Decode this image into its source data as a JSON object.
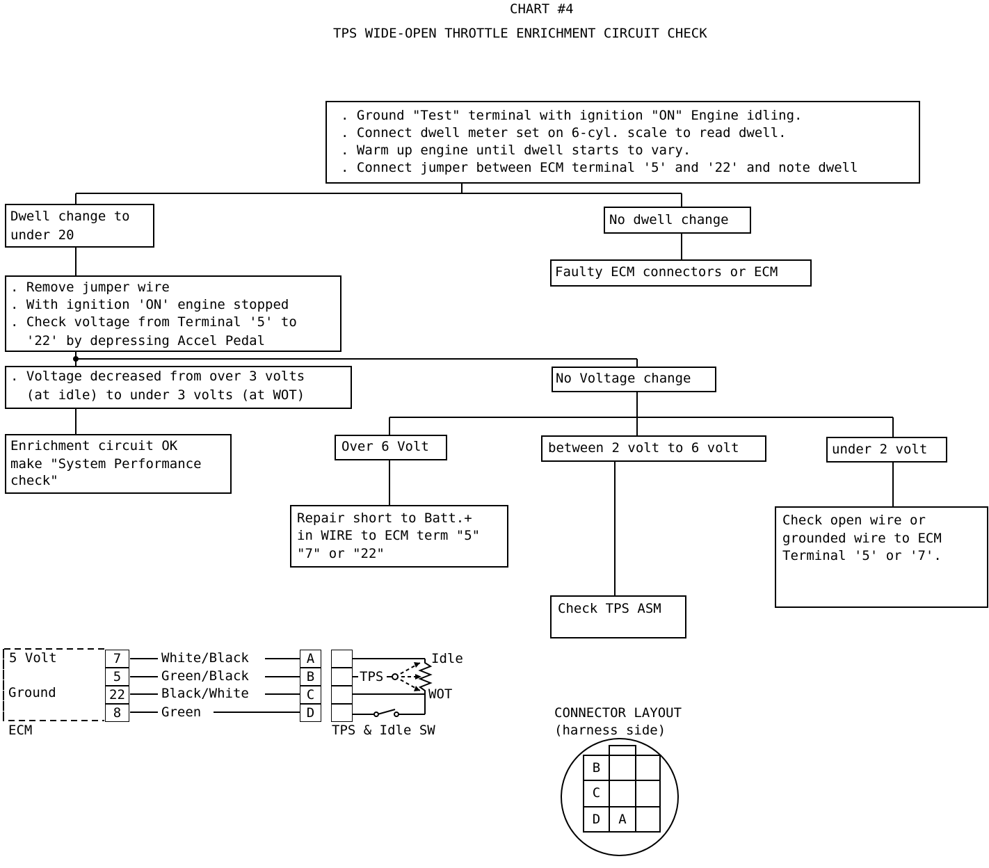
{
  "header": {
    "chart_number": "CHART #4",
    "title": "TPS WIDE-OPEN THROTTLE ENRICHMENT CIRCUIT CHECK"
  },
  "flow": {
    "start": [
      ". Ground \"Test\" terminal with ignition \"ON\" Engine idling.",
      ". Connect dwell meter set on 6-cyl. scale to read dwell.",
      ". Warm up engine until dwell starts to vary.",
      ". Connect jumper between ECM terminal '5' and '22' and note dwell"
    ],
    "dwell_change": [
      "Dwell change to",
      "under 20"
    ],
    "no_dwell_change": [
      "No dwell change"
    ],
    "faulty_ecm": [
      "Faulty ECM connectors or ECM"
    ],
    "remove_jumper": [
      ". Remove jumper wire",
      ". With ignition 'ON' engine stopped",
      ". Check voltage from Terminal '5' to",
      "  '22' by depressing Accel Pedal"
    ],
    "voltage_decreased": [
      ". Voltage decreased from over 3 volts",
      "  (at idle) to under 3 volts (at WOT)"
    ],
    "no_voltage_change": [
      "No Voltage change"
    ],
    "enrichment_ok": [
      "Enrichment circuit OK",
      "make \"System Performance",
      "check\""
    ],
    "over_6_volt": [
      "Over 6 Volt"
    ],
    "between_2_6": [
      "between 2 volt to 6 volt"
    ],
    "under_2_volt": [
      "under 2 volt"
    ],
    "repair_short": [
      "Repair short to Batt.+",
      "in WIRE to ECM term \"5\"",
      "\"7\" or \"22\""
    ],
    "check_tps": [
      "Check TPS ASM"
    ],
    "check_open": [
      "Check open wire or",
      "grounded wire to ECM",
      "Terminal '5' or '7'."
    ]
  },
  "wiring": {
    "ecm_label": "ECM",
    "five_volt": "5 Volt",
    "ground": "Ground",
    "pins": [
      "7",
      "5",
      "22",
      "8"
    ],
    "wires": [
      "White/Black",
      "Green/Black",
      "Black/White",
      "Green"
    ],
    "terminals": [
      "A",
      "B",
      "C",
      "D"
    ],
    "tps": "TPS",
    "idle": "Idle",
    "wot": "WOT",
    "tps_idle_sw": "TPS & Idle SW"
  },
  "connector": {
    "title": "CONNECTOR LAYOUT",
    "subtitle": "(harness side)",
    "cells": [
      "B",
      "C",
      "D",
      "A"
    ]
  }
}
